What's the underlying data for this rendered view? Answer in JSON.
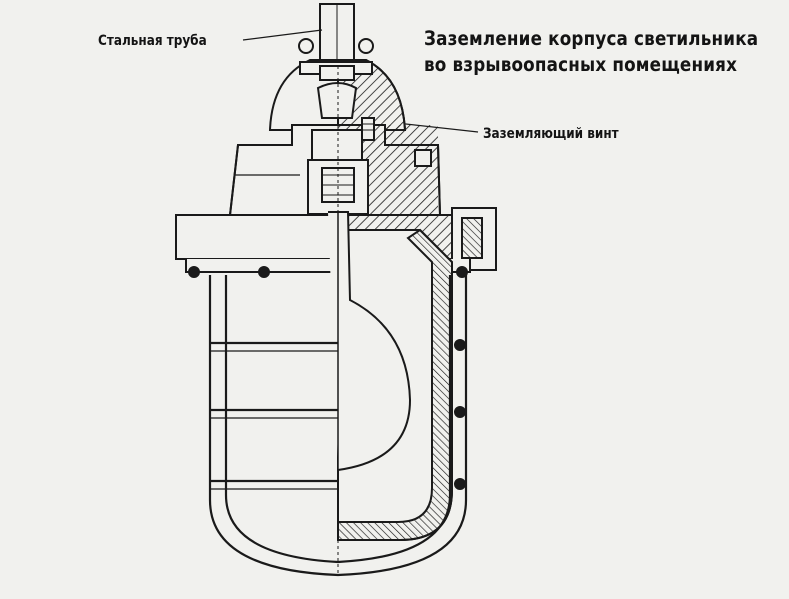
{
  "title": {
    "line1": "Заземление корпуса светильника",
    "line2": "во взрывоопасных помещениях"
  },
  "labels": {
    "steel_pipe": "Стальная труба",
    "grounding_screw": "Заземляющий винт"
  }
}
